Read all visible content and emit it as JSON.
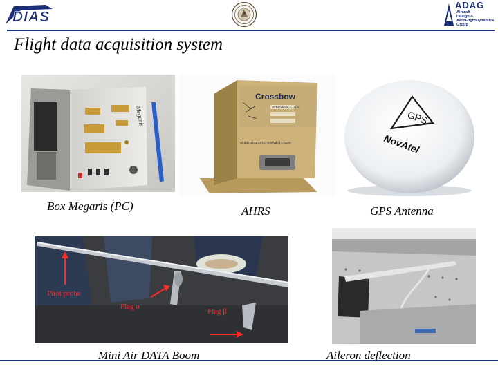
{
  "header": {
    "left_logo_text": "DIAS",
    "right_logo": {
      "title": "ADAG",
      "lines": [
        "Aircraft",
        "Design &",
        "AeroFlightDynamics",
        "Group"
      ]
    }
  },
  "title": "Flight data acquisition system",
  "photos": {
    "box": {
      "caption": "Box Megaris (PC)",
      "device_label": "Megaris"
    },
    "ahrs": {
      "caption": "AHRS",
      "brand": "Crossbow",
      "model": "AHRS400CC-200",
      "footer": "ALIMENTAZIONE: 9-30vdc | 275mA"
    },
    "gps": {
      "caption": "GPS Antenna",
      "logo_text": "GPS",
      "sub_text": "NovAtel"
    },
    "boom": {
      "caption": "Mini Air DATA Boom",
      "labels": {
        "pitot": "Pitot probe",
        "flag_alpha": "Flag α",
        "flag_beta": "Flag β"
      }
    },
    "aileron": {
      "caption": "Aileron deflection"
    }
  },
  "colors": {
    "accent": "#1c2f7a",
    "annotation": "#ff2a2a"
  }
}
